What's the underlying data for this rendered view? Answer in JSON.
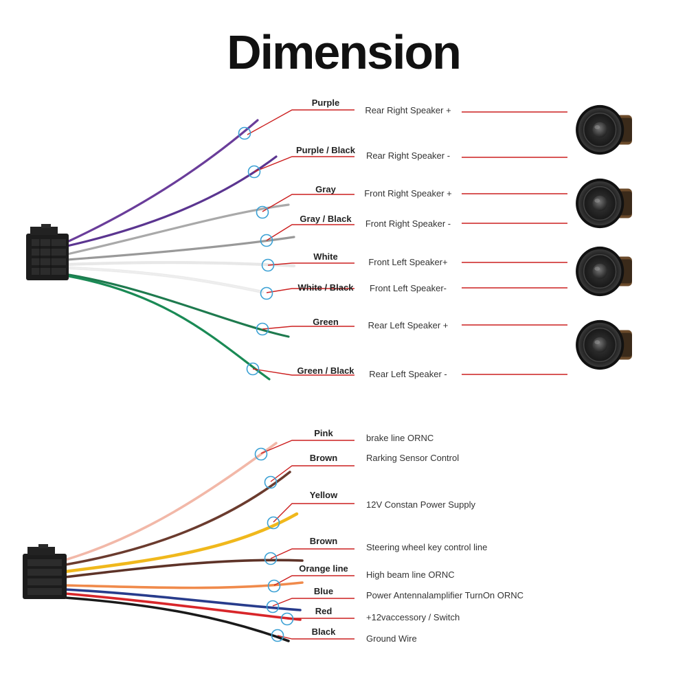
{
  "title": "Dimension",
  "speaker_harness": {
    "wires": [
      {
        "color_name": "Purple",
        "function": "Rear Right Speaker +",
        "stroke": "#6a3d9a"
      },
      {
        "color_name": "Purple / Black",
        "function": "Rear Right Speaker -",
        "stroke": "#5b3590"
      },
      {
        "color_name": "Gray",
        "function": "Front Right Speaker +",
        "stroke": "#a9a9a9"
      },
      {
        "color_name": "Gray / Black",
        "function": "Front Right Speaker -",
        "stroke": "#999999"
      },
      {
        "color_name": "White",
        "function": "Front Left Speaker+",
        "stroke": "#e8e8e8"
      },
      {
        "color_name": "White / Black",
        "function": "Front Left Speaker-",
        "stroke": "#eeeeee"
      },
      {
        "color_name": "Green",
        "function": "Rear Left Speaker +",
        "stroke": "#1e7a4e"
      },
      {
        "color_name": "Green / Black",
        "function": "Rear Left Speaker -",
        "stroke": "#1a8a55"
      }
    ],
    "speaker_icon": "speaker-icon"
  },
  "power_harness": {
    "wires": [
      {
        "color_name": "Pink",
        "function": "brake line  ORNC",
        "stroke": "#f2b8a8"
      },
      {
        "color_name": "Brown",
        "function": "Rarking Sensor Control",
        "stroke": "#6b3b2e"
      },
      {
        "color_name": "Yellow",
        "function": "12V Constan Power Supply",
        "stroke": "#f0b81c"
      },
      {
        "color_name": "Brown",
        "function": "Steering wheel key control line",
        "stroke": "#5e3328"
      },
      {
        "color_name": "Orange line",
        "function": "High beam line  ORNC",
        "stroke": "#f08a4b"
      },
      {
        "color_name": "Blue",
        "function": "Power Antennalamplifier TurnOn ORNC",
        "stroke": "#283c8c"
      },
      {
        "color_name": "Red",
        "function": "+12vaccessory / Switch",
        "stroke": "#d8262a"
      },
      {
        "color_name": "Black",
        "function": "Ground Wire",
        "stroke": "#1a1a1a"
      }
    ]
  },
  "colors": {
    "leader": "#cc1f1f",
    "marker": "#3aa0d4",
    "connector": "#1c1c1c"
  }
}
